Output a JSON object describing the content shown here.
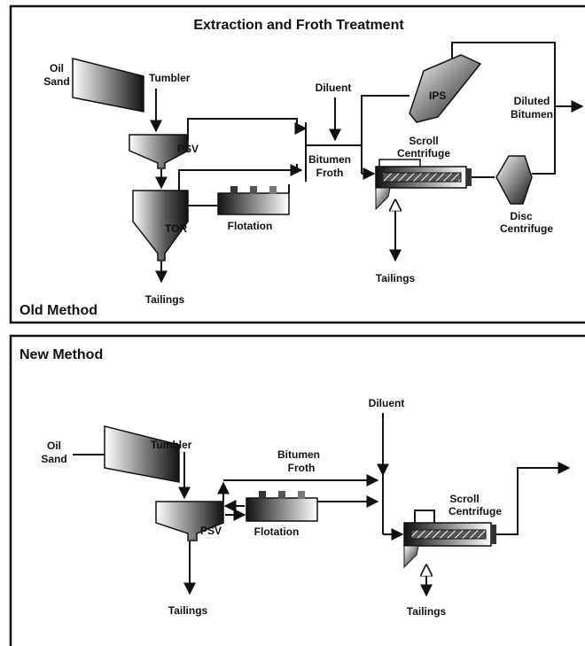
{
  "title": "Extraction and Froth Treatment",
  "old": {
    "section_label": "Old Method",
    "oil_sand_1": "Oil",
    "oil_sand_2": "Sand",
    "tumbler": "Tumbler",
    "psv": "PSV",
    "tor": "TOR",
    "flotation": "Flotation",
    "tailings_left": "Tailings",
    "diluent": "Diluent",
    "bitumen_froth_1": "Bitumen",
    "bitumen_froth_2": "Froth",
    "ips": "IPS",
    "scroll_1": "Scroll",
    "scroll_2": "Centrifuge",
    "diluted_1": "Diluted",
    "diluted_2": "Bitumen",
    "disc_1": "Disc",
    "disc_2": "Centrifuge",
    "tailings_right": "Tailings"
  },
  "new": {
    "section_label": "New Method",
    "oil_sand_1": "Oil",
    "oil_sand_2": "Sand",
    "tumbler": "Tumbler",
    "psv": "PSV",
    "flotation": "Flotation",
    "tailings_left": "Tailings",
    "diluent": "Diluent",
    "bitumen_froth_1": "Bitumen",
    "bitumen_froth_2": "Froth",
    "scroll_1": "Scroll",
    "scroll_2": "Centrifuge",
    "tailings_right": "Tailings"
  }
}
